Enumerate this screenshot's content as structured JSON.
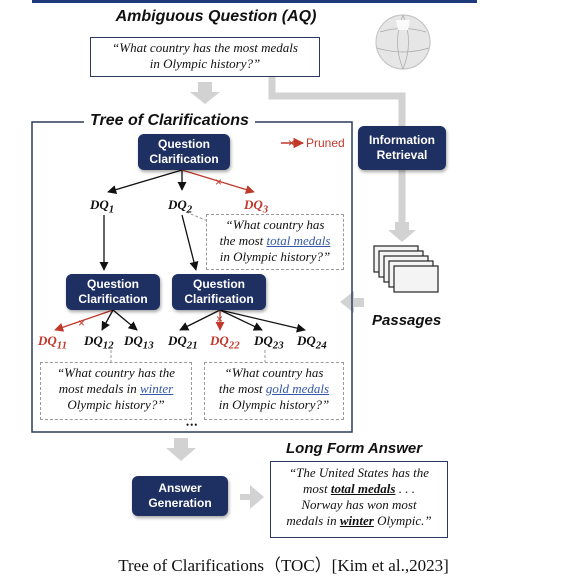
{
  "ambiguous_question": {
    "heading": "Ambiguous Question (AQ)",
    "quote_line1": "“What country has the most medals",
    "quote_line2": "in Olympic history?”"
  },
  "tree": {
    "heading": "Tree of Clarifications",
    "pruned_label": "Pruned",
    "root_box": {
      "line1": "Question",
      "line2": "Clarification"
    },
    "left_box": {
      "line1": "Question",
      "line2": "Clarification"
    },
    "right_box": {
      "line1": "Question",
      "line2": "Clarification"
    },
    "dq1": "DQ",
    "dq1_sub": "1",
    "dq2": "DQ",
    "dq2_sub": "2",
    "dq3": "DQ",
    "dq3_sub": "3",
    "dq11": "DQ",
    "dq11_sub": "11",
    "dq12": "DQ",
    "dq12_sub": "12",
    "dq13": "DQ",
    "dq13_sub": "13",
    "dq21": "DQ",
    "dq21_sub": "21",
    "dq22": "DQ",
    "dq22_sub": "22",
    "dq23": "DQ",
    "dq23_sub": "23",
    "dq24": "DQ",
    "dq24_sub": "24",
    "dq2_quote": {
      "l1": "“What country has",
      "l2a": "the most ",
      "l2b": "total medals",
      "l3": "in Olympic history?”"
    },
    "dq12_quote": {
      "l1": "“What country has the",
      "l2a": "most  medals in ",
      "l2b": "winter",
      "l3": "Olympic history?”"
    },
    "dq23_quote": {
      "l1": "“What country has",
      "l2a": "the most ",
      "l2b": "gold medals",
      "l3": "in Olympic history?”"
    },
    "ellipsis": "•••"
  },
  "info_retrieval": {
    "line1": "Information",
    "line2": "Retrieval"
  },
  "passages_label": "Passages",
  "answer_generation": {
    "line1": "Answer",
    "line2": "Generation"
  },
  "long_form": {
    "heading": "Long Form Answer",
    "l1": "“The United States has the",
    "l2a": "most ",
    "l2b": "total medals",
    "l2c": " . . .",
    "l3": "Norway has won most",
    "l4a": "medals  in ",
    "l4b": "winter",
    "l4c": " Olympic.”"
  },
  "caption": "Tree of Clarifications（TOC）[Kim et al.,2023]",
  "colors": {
    "navy": "#1e2f62",
    "red": "#c0392b",
    "link_blue": "#3557a8",
    "gray_arrow": "#d0d0d0"
  }
}
